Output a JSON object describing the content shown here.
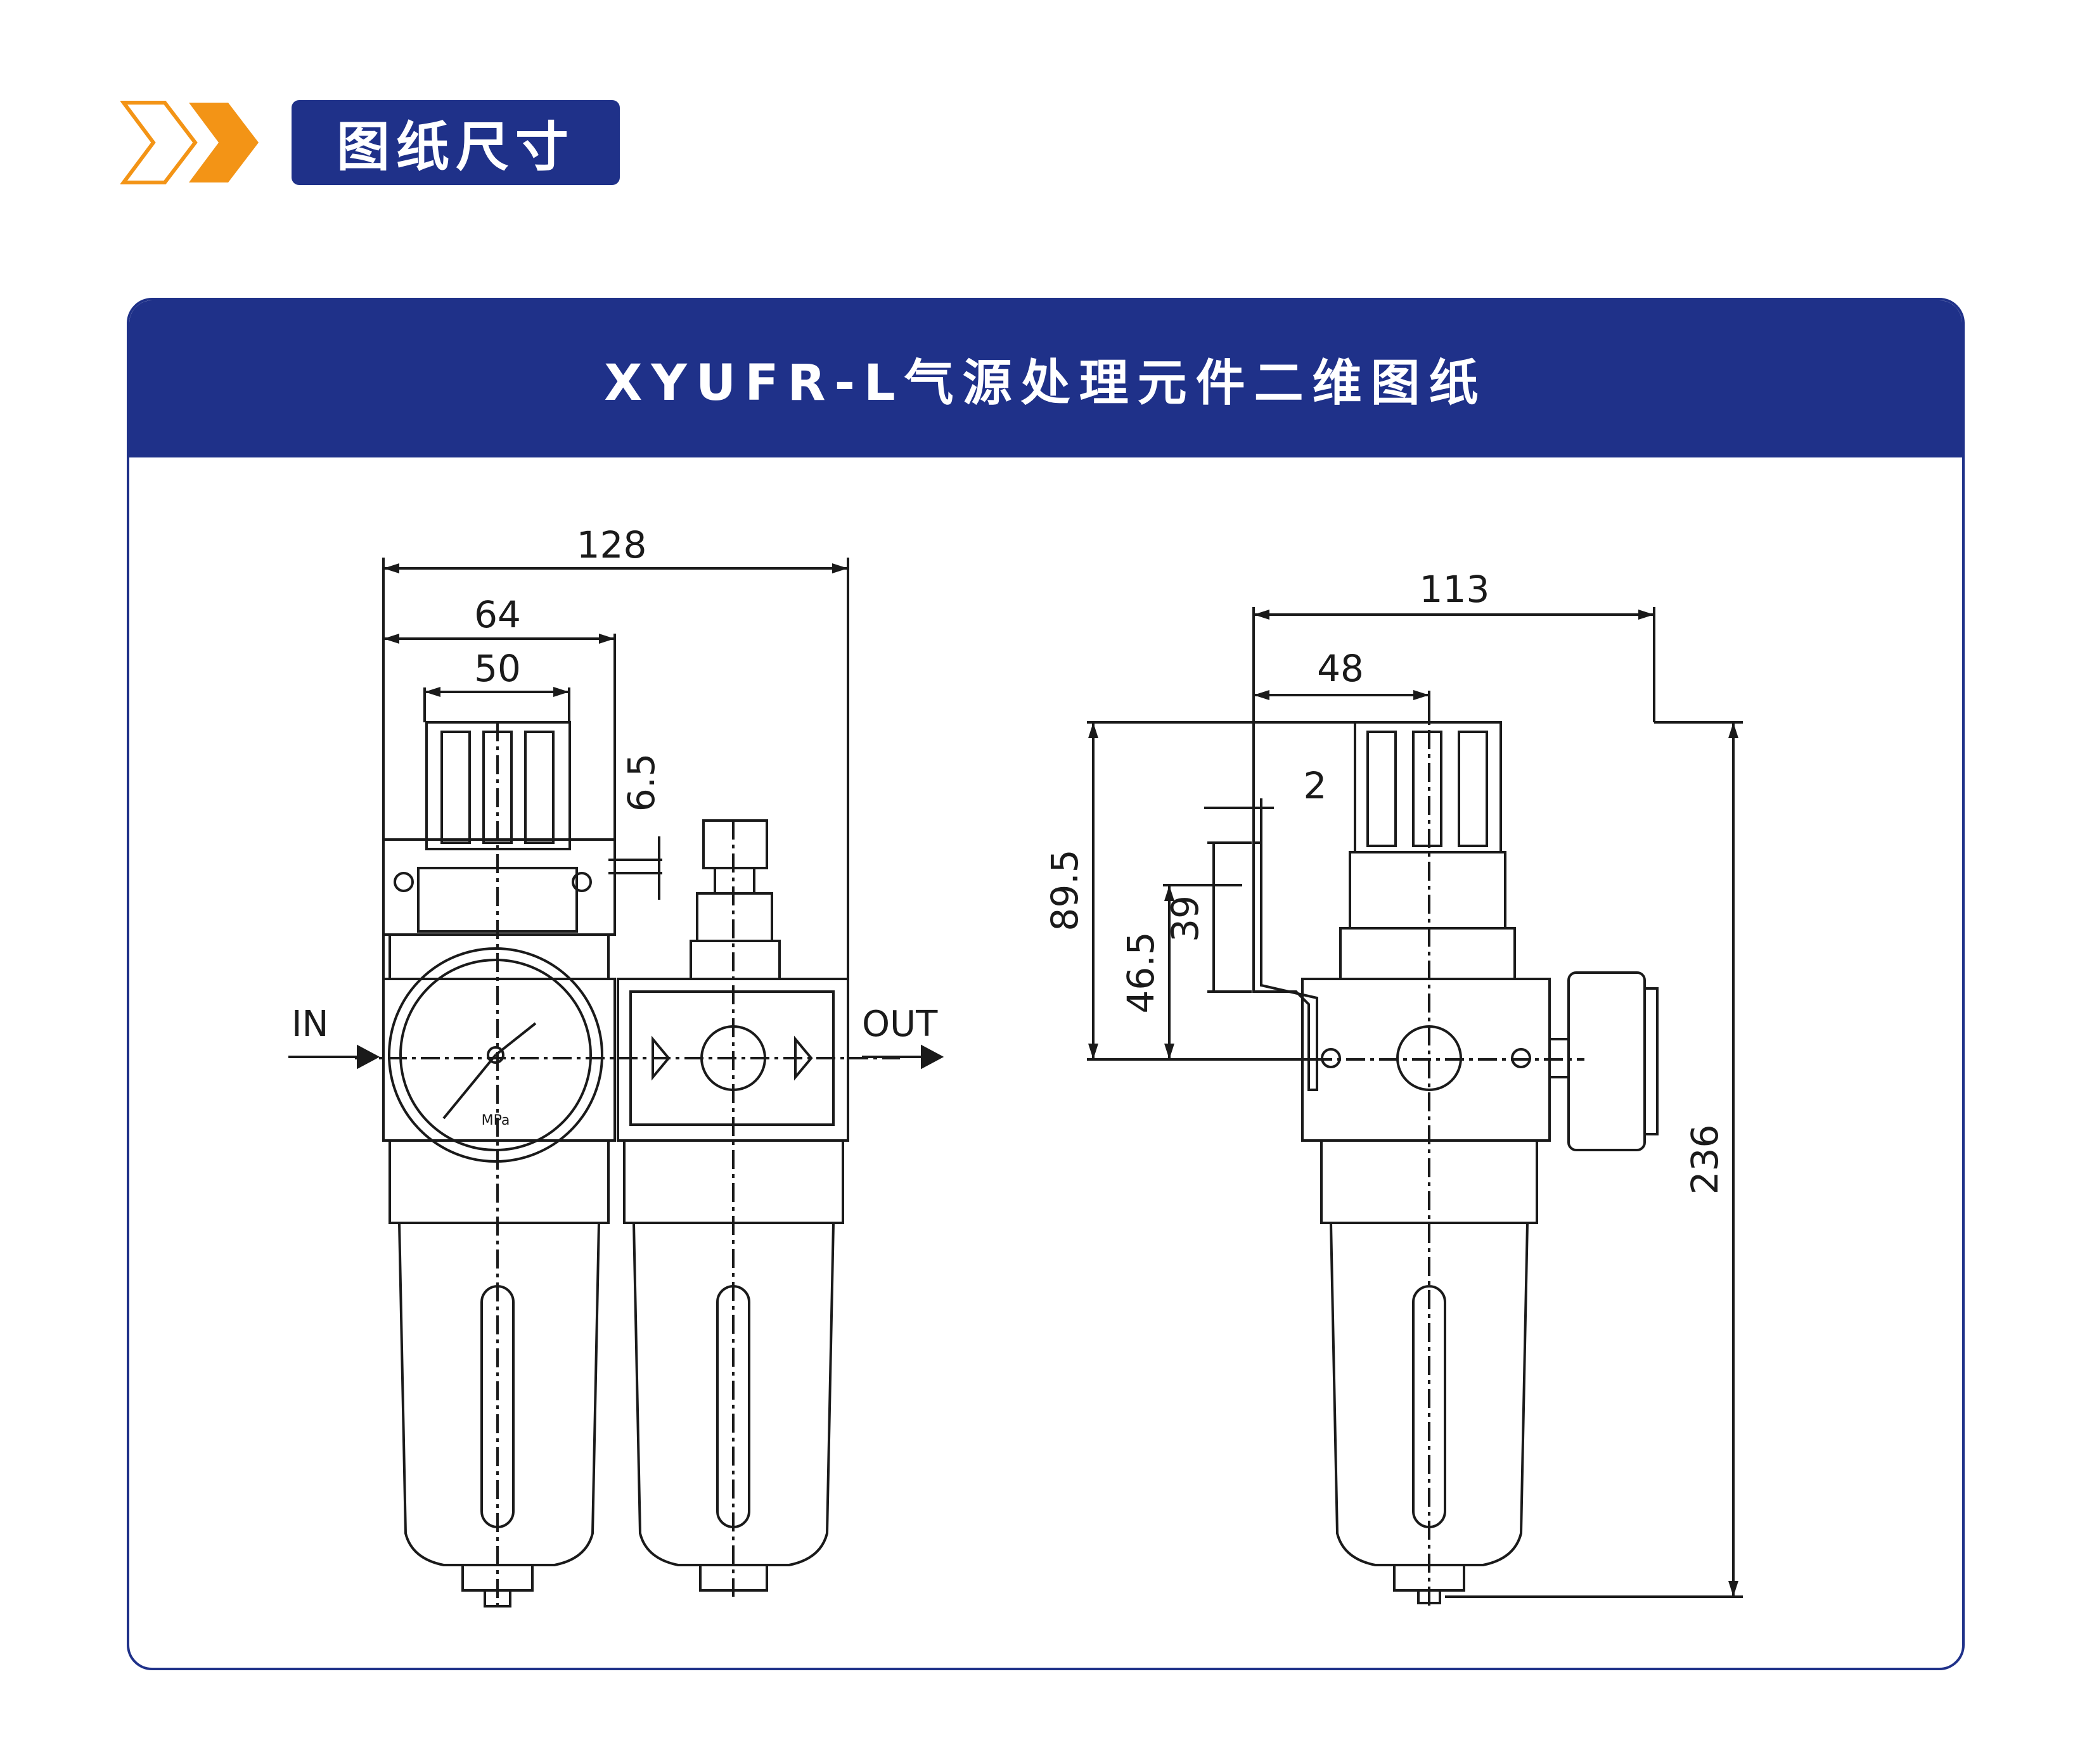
{
  "section": {
    "title": "图纸尺寸",
    "icon": "double-chevron-icon",
    "accent_color": "#f39416",
    "brand_color": "#1f3189"
  },
  "panel": {
    "title": "XYUFR-L气源处理元件二维图纸"
  },
  "front_view": {
    "dim_overall_width": "128",
    "dim_regulator_width": "64",
    "dim_knob_width": "50",
    "dim_offset": "6.5",
    "label_in": "IN",
    "label_out": "OUT",
    "gauge_unit": "MPa"
  },
  "side_view": {
    "dim_overall_depth": "113",
    "dim_half_depth": "48",
    "dim_bracket_thickness": "2",
    "dim_top_height": "89.5",
    "dim_port_height": "46.5",
    "dim_bracket_height": "39",
    "dim_total_height": "236"
  }
}
